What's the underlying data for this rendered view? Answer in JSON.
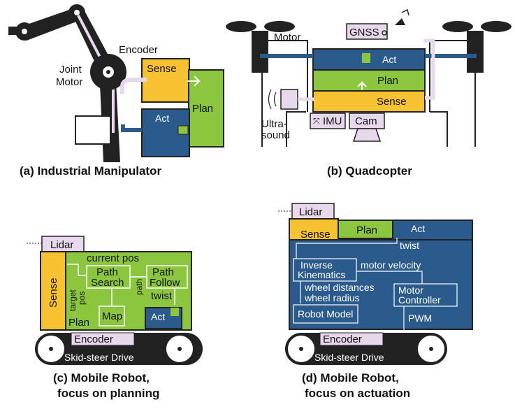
{
  "panel_a": {
    "caption": "(a) Industrial Manipulator",
    "encoder": "Encoder",
    "joint_motor_1": "Joint",
    "joint_motor_2": "Motor",
    "sense": "Sense",
    "plan": "Plan",
    "act": "Act"
  },
  "panel_b": {
    "caption": "(b) Quadcopter",
    "motor": "Motor",
    "gnss": "GNSS",
    "act": "Act",
    "plan": "Plan",
    "sense": "Sense",
    "imu": "IMU",
    "cam": "Cam",
    "ultrasound_1": "Ultra-",
    "ultrasound_2": "sound"
  },
  "panel_c": {
    "caption_1": "(c) Mobile Robot,",
    "caption_2": "focus on planning",
    "lidar": "Lidar",
    "sense": "Sense",
    "plan": "Plan",
    "current_pos": "current pos",
    "target_pos_1": "target",
    "target_pos_2": "pos",
    "path_search_1": "Path",
    "path_search_2": "Search",
    "path": "path",
    "path_follow_1": "Path",
    "path_follow_2": "Follow",
    "twist": "twist",
    "map": "Map",
    "act": "Act",
    "encoder": "Encoder",
    "drive": "Skid-steer Drive"
  },
  "panel_d": {
    "caption_1": "(d) Mobile Robot,",
    "caption_2": "focus on actuation",
    "lidar": "Lidar",
    "sense": "Sense",
    "plan": "Plan",
    "act": "Act",
    "twist": "twist",
    "ik_1": "Inverse",
    "ik_2": "Kinematics",
    "motor_velocity": "motor velocity",
    "wheel_distances": "wheel distances",
    "wheel_radius": "wheel radius",
    "motor_controller_1": "Motor",
    "motor_controller_2": "Controller",
    "robot_model": "Robot Model",
    "pwm": "PWM",
    "encoder": "Encoder",
    "drive": "Skid-steer Drive"
  },
  "colors": {
    "sense": "#f7c231",
    "plan": "#8cc63f",
    "act": "#2b5a8c",
    "link": "#e8d8ec",
    "dark": "#222222"
  }
}
